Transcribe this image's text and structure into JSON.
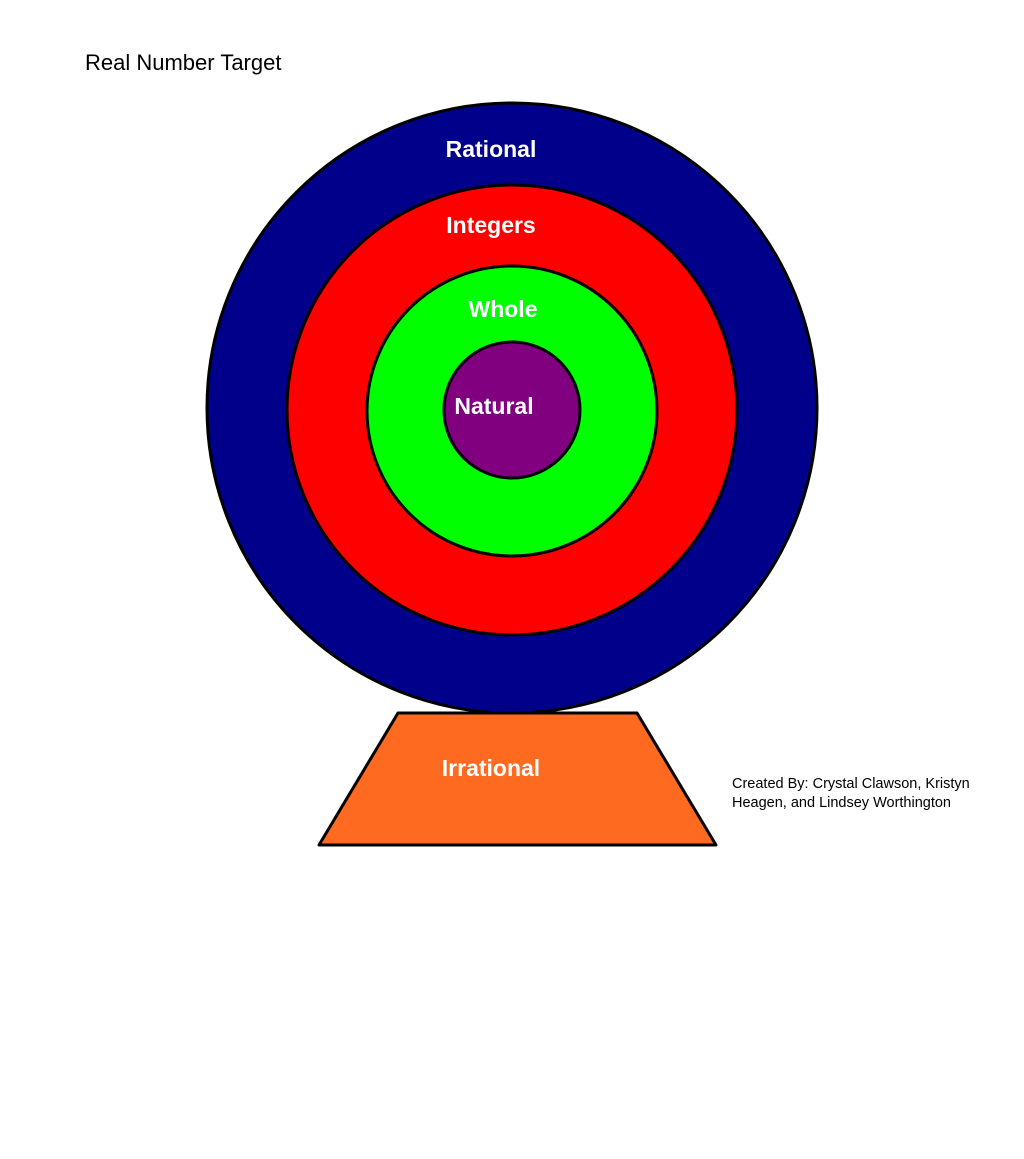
{
  "title": "Real Number Target",
  "rings": {
    "rational": {
      "label": "Rational",
      "color": "#00008b"
    },
    "integers": {
      "label": "Integers",
      "color": "#ff0000"
    },
    "whole": {
      "label": "Whole",
      "color": "#00ff00"
    },
    "natural": {
      "label": "Natural",
      "color": "#800080"
    }
  },
  "base": {
    "label": "Irrational",
    "color": "#ff6a21"
  },
  "credits": "Created By: Crystal Clawson, Kristyn Heagen, and Lindsey Worthington"
}
